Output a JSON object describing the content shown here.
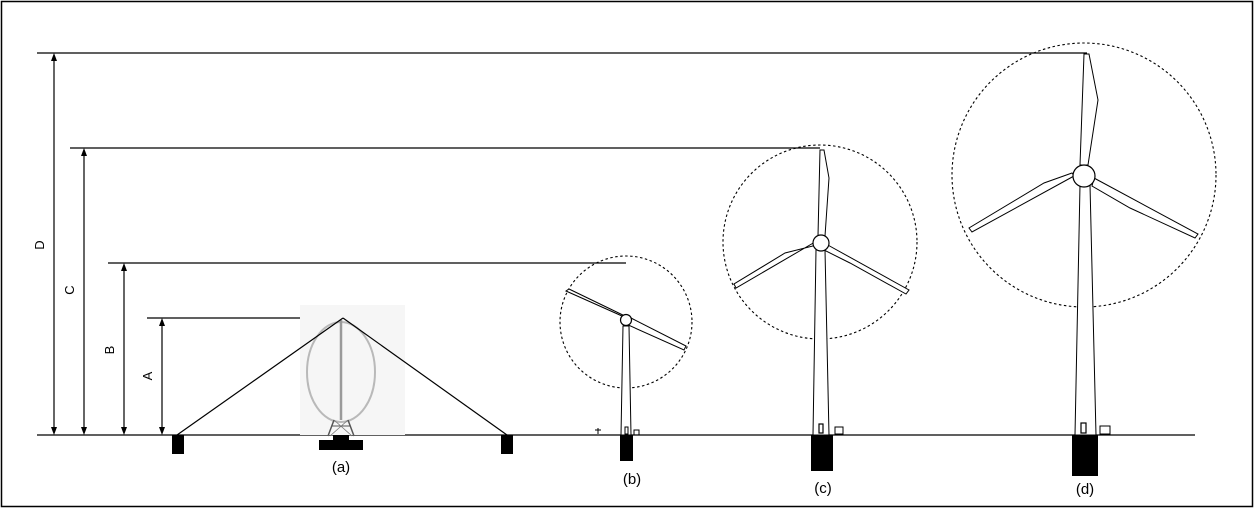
{
  "dimension_labels": {
    "a": "A",
    "b": "B",
    "c": "C",
    "d": "D"
  },
  "turbines": [
    {
      "id": "a",
      "caption": "(a)",
      "type": "vertical-axis (Darrieus) turbine with guy cables"
    },
    {
      "id": "b",
      "caption": "(b)",
      "type": "horizontal-axis three-blade turbine"
    },
    {
      "id": "c",
      "caption": "(c)",
      "type": "horizontal-axis three-blade turbine"
    },
    {
      "id": "d",
      "caption": "(d)",
      "type": "horizontal-axis three-blade turbine"
    }
  ],
  "height_order": [
    "A",
    "B",
    "C",
    "D"
  ]
}
